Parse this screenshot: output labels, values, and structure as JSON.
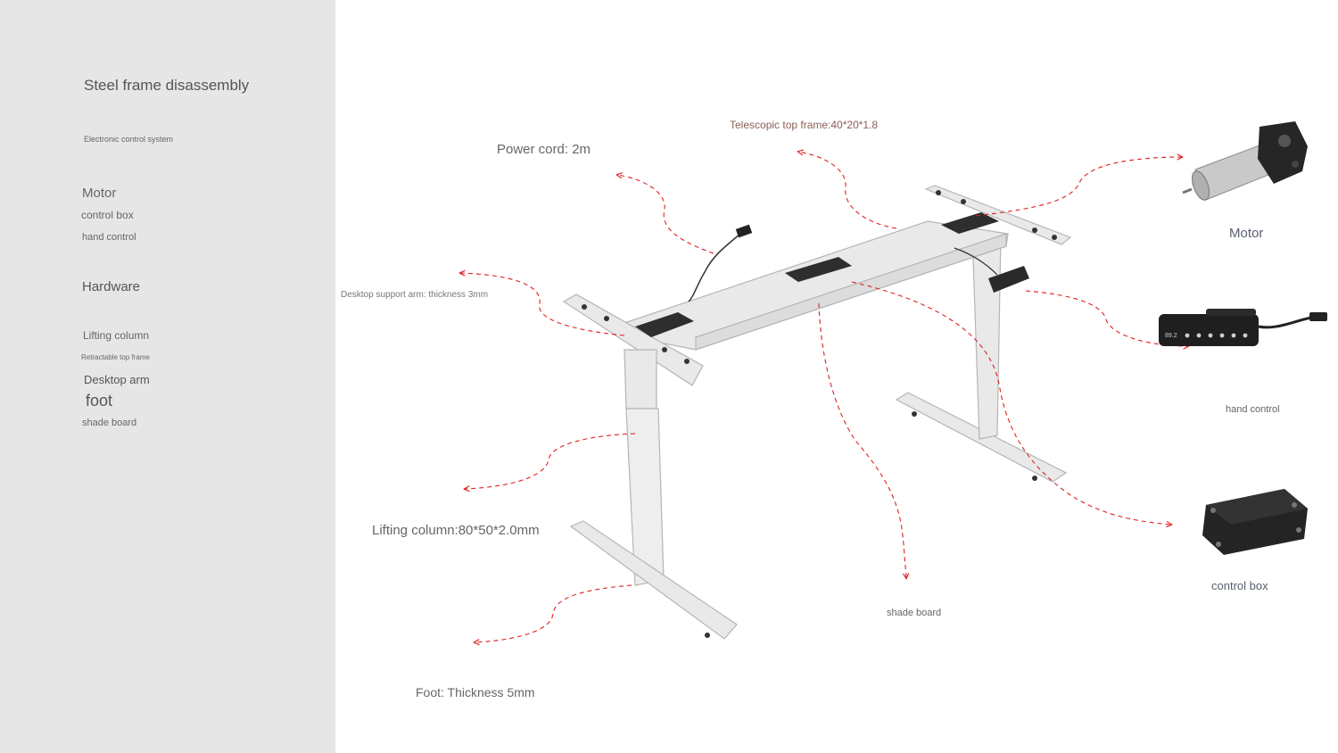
{
  "sidebar": {
    "title": "Steel frame disassembly",
    "section_electronic": "Electronic control system",
    "items_electronic": [
      "Motor",
      "control box",
      "hand control"
    ],
    "section_hardware": "Hardware",
    "items_hardware": [
      "Lifting column",
      "Retractable top frame",
      "Desktop arm",
      "foot",
      "shade board"
    ]
  },
  "callouts": {
    "power_cord": "Power cord: 2m",
    "telescopic_frame": "Telescopic top frame:40*20*1.8",
    "desktop_support_arm": "Desktop support arm: thickness 3mm",
    "lifting_column": "Lifting column:80*50*2.0mm",
    "foot": "Foot: Thickness 5mm",
    "shade_board": "shade board"
  },
  "components": {
    "motor": "Motor",
    "hand_control": "hand control",
    "control_box": "control box",
    "display_reading": "89.2"
  },
  "colors": {
    "sidebar_bg": "#e6e6e6",
    "arrow": "#e02020",
    "frame": "#e8e8e8",
    "frame_stroke": "#b8b8b8",
    "dark_part": "#2a2a2a"
  }
}
